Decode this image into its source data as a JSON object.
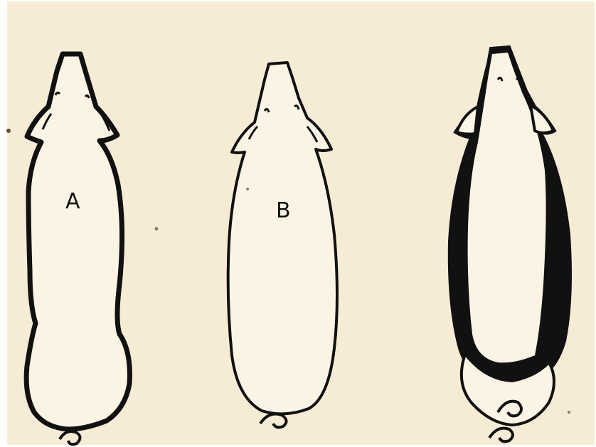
{
  "figure": {
    "paper_color": "#f6ecd6",
    "ink_color": "#111111",
    "pigs": [
      {
        "id": "A",
        "label": "A",
        "outline": "thick-waist"
      },
      {
        "id": "B",
        "label": "B",
        "outline": "smooth-cylinder"
      },
      {
        "id": "C",
        "label": "",
        "outline": "dark-sided-body-with-rump",
        "dark_sides": true
      }
    ]
  }
}
